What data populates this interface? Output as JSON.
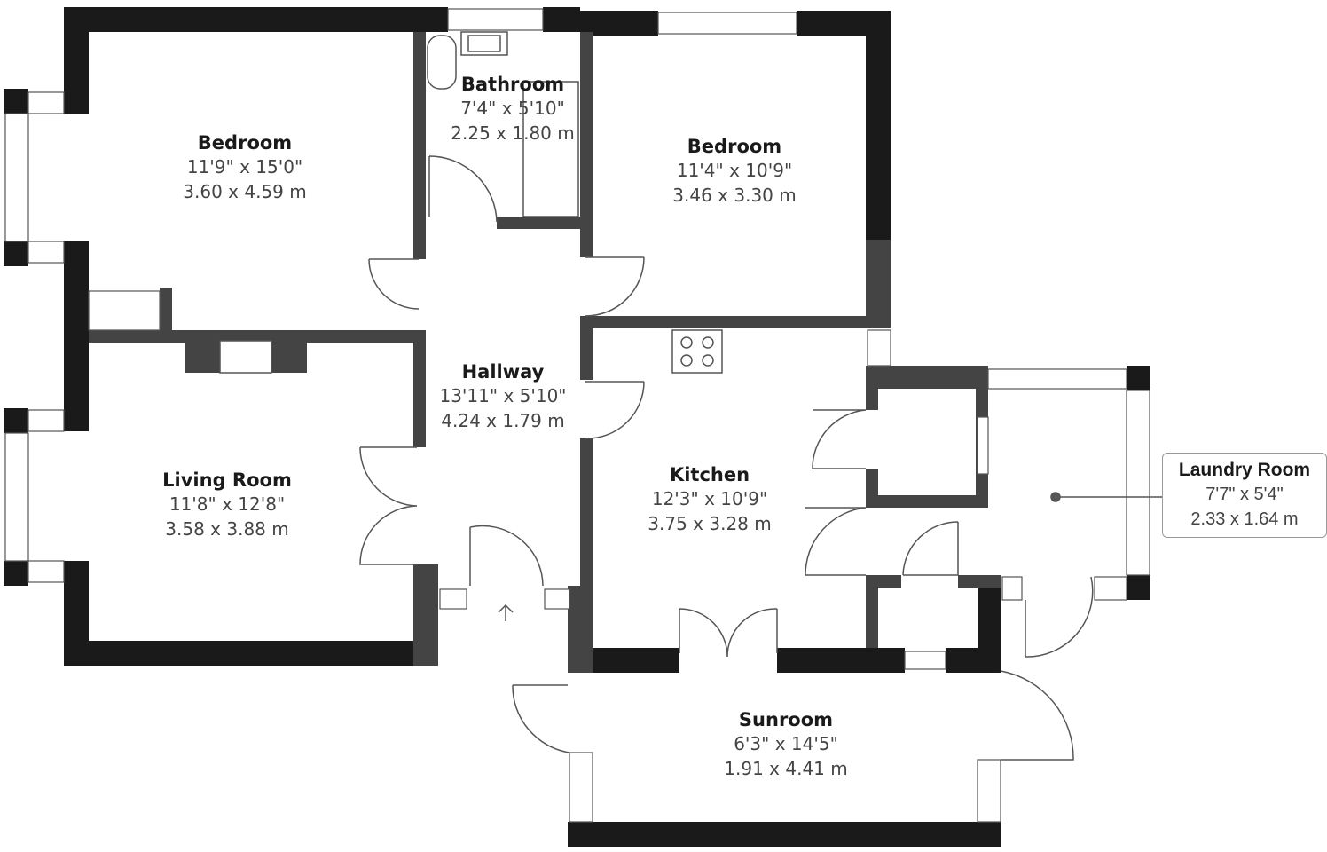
{
  "rooms": {
    "bedroom1": {
      "name": "Bedroom",
      "imperial": "11'9\" x 15'0\"",
      "metric": "3.60 x 4.59 m"
    },
    "bathroom": {
      "name": "Bathroom",
      "imperial": "7'4\" x 5'10\"",
      "metric": "2.25 x 1.80 m"
    },
    "bedroom2": {
      "name": "Bedroom",
      "imperial": "11'4\" x 10'9\"",
      "metric": "3.46 x 3.30 m"
    },
    "hallway": {
      "name": "Hallway",
      "imperial": "13'11\" x 5'10\"",
      "metric": "4.24 x 1.79 m"
    },
    "living_room": {
      "name": "Living Room",
      "imperial": "11'8\" x 12'8\"",
      "metric": "3.58 x 3.88 m"
    },
    "kitchen": {
      "name": "Kitchen",
      "imperial": "12'3\" x 10'9\"",
      "metric": "3.75 x 3.28 m"
    },
    "laundry_room": {
      "name": "Laundry Room",
      "imperial": "7'7\" x 5'4\"",
      "metric": "2.33 x 1.64 m"
    },
    "sunroom": {
      "name": "Sunroom",
      "imperial": "6'3\" x 14'5\"",
      "metric": "1.91 x 4.41 m"
    }
  },
  "colors": {
    "wall": "#1a1a1a",
    "wall_secondary": "#444444",
    "window": "#ffffff",
    "text": "#333333"
  }
}
